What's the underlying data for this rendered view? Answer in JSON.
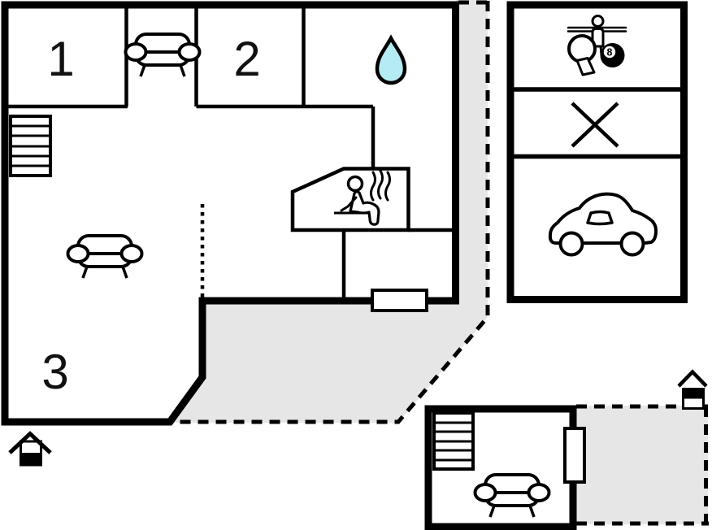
{
  "floor_plan": {
    "background": "#ffffff",
    "line_color": "#000000",
    "terrace_fill": "#e6e6e6",
    "water_drop_fill": "#b5ecf4",
    "main_house": {
      "rooms": [
        {
          "id": "bedroom-1",
          "label": "1"
        },
        {
          "id": "bedroom-2",
          "label": "2"
        },
        {
          "id": "bedroom-3",
          "label": "3"
        }
      ],
      "features": [
        "stairs",
        "sofa-alcove",
        "sofa-living-room",
        "bathroom-water-drop",
        "sauna-with-person-and-steam",
        "dashed-room-divider",
        "terrace-door"
      ]
    },
    "garage_annex": {
      "compartments": [
        {
          "name": "game-room",
          "icons": [
            "table-tennis-paddle",
            "foosball-player",
            "billiard-8-ball"
          ],
          "ball_label": "8"
        },
        {
          "name": "crossed-out-room",
          "icons": [
            "crossed-out-x"
          ]
        },
        {
          "name": "garage",
          "icons": [
            "car"
          ]
        }
      ]
    },
    "guest_annex": {
      "features": [
        "stairs",
        "sofa",
        "door",
        "dashed-terrace"
      ]
    },
    "entrances": [
      {
        "position": "bottom-left",
        "marker": "house-entrance"
      },
      {
        "position": "terrace-top-right",
        "marker": "house-entrance"
      }
    ]
  }
}
